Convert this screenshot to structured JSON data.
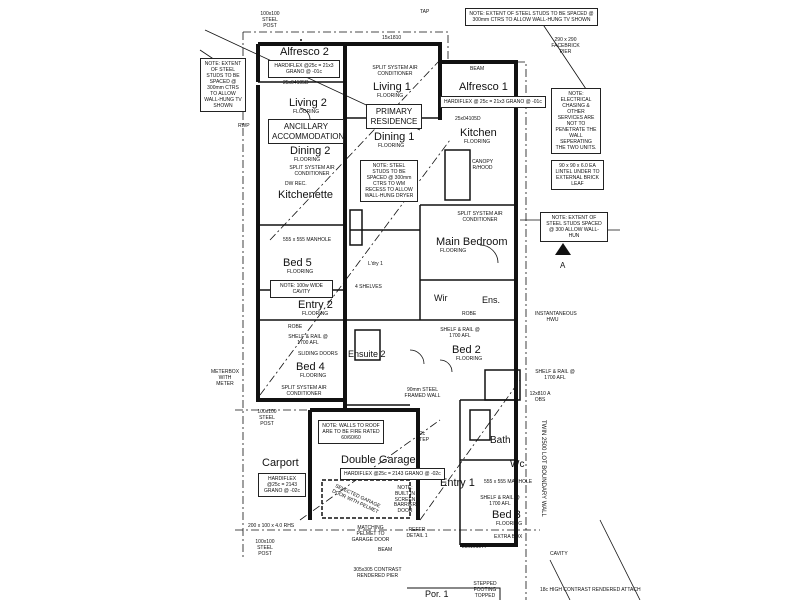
{
  "rooms": {
    "alfresco2": "Alfresco 2",
    "living2": "Living 2",
    "dining2": "Dining 2",
    "kitchenette": "Kitchenette",
    "bed5": "Bed 5",
    "entry2": "Entry 2",
    "bed4": "Bed 4",
    "living1": "Living 1",
    "dining1": "Dining 1",
    "kitchen": "Kitchen",
    "alfresco1": "Alfresco 1",
    "main_bedroom": "Main Bedroom",
    "wir": "Wir",
    "ens": "Ens.",
    "bed2": "Bed 2",
    "ensuite2": "Ensuite 2",
    "bath": "Bath",
    "wc": "Wc",
    "entry1": "Entry 1",
    "bed3": "Bed 3",
    "double_garage": "Double Garage",
    "carport": "Carport",
    "porch1": "Por. 1",
    "lndry": "L'dry 1"
  },
  "flooring": "FLOORING",
  "labels": {
    "ancillary": "ANCILLARY ACCOMMODATION",
    "primary": "PRIMARY RESIDENCE",
    "split_system": "SPLIT SYSTEM AIR CONDITIONER",
    "steel_post": "100x100 STEEL POST",
    "beam": "BEAM",
    "tap": "TAP",
    "rwp": "RWP",
    "lintel_top": "15x1810",
    "sd": "25x04105D",
    "sd2": "25x04105D",
    "facebrick": "290 x 290 FACEBRICK PIER",
    "hardiflex_alf2": "HARDIFLEX @25c = 21x3 GRANO @ -01c",
    "hardiflex_alf1": "HARDIFLEX @ 25c = 21x3 GRANO @ -01c",
    "hardiflex_garage": "HARDIFLEX @25c = 2143 GRANO @ -02c",
    "hardiflex_carport": "HARDIFLEX @25c = 2143 GRANO @ -02c",
    "manhole5": "555 x 555 MANHOLE",
    "manhole3": "555 x 555 MANHOLE",
    "cavity_note": "NOTE: 100w WIDE CAVITY",
    "shelf_rail_bed4": "SHELF & RAIL @ 1700 AFL",
    "shelf_rail_bed2": "SHELF & RAIL @ 1700 AFL",
    "shelf_rail_bed3": "SHELF & RAIL @ 1700 AFL",
    "shelf_rail_right": "SHELF & RAIL @ 1700 AFL",
    "sliding_doors": "SLIDING DOORS",
    "four_shelves": "4 SHELVES",
    "robe": "ROBE",
    "framed_wall": "90mm STEEL FRAMED WALL",
    "step": "2c STEP",
    "rhs": "200 x 100 x 4.0 RHS",
    "matching_pelmet": "MATCHING PELMET TO GARAGE DOOR",
    "refer_detail": "REFER DETAIL 1",
    "pier": "305x305 CONTRAST RENDERED PIER",
    "stepped_footing": "STEPPED FOOTING TOPPED",
    "contrast_attach": "18c HIGH CONTRAST RENDERED ATTACH",
    "cavity": "CAVITY",
    "extra_box": "EXTRA BOX",
    "garage_door": "SELECTED GARAGE DOOR WITH PELMET",
    "screen_door": "NOTE: BUILT IN SCREEN BARRIER DOOR",
    "canopy": "CANOPY R/HOOD",
    "dw": "DW REC.",
    "instantaneous": "INSTANTANEOUS HWU",
    "meter_box": "METERBOX WITH METER",
    "sd_right": "12x810 A OBS",
    "sd_bed3": "25x1010 A",
    "boundary": "TWIN 2500 LOT BOUNDARY WALL"
  },
  "notes": {
    "tv_studs": "NOTE: EXTENT OF STEEL STUDS TO BE SPACED @ 300mm CTRS TO ALLOW WALL-HUNG TV SHOWN",
    "electrical": "NOTE: ELECTRICAL CHASING & OTHER SERVICES ARE NOT TO PENETRATE THE WALL SEPERATING THE TWO UNITS.",
    "lintel": "90 x 90 x 6.0 EA LINTEL UNDER TO EXTERNAL BRICK LEAF",
    "wm_studs": "NOTE: STEEL STUDS TO BE SPACED @ 300mm CTRS TO WM RECESS TO ALLOW WALL-HUNG DRYER",
    "fire_rated": "NOTE: WALLS TO ROOF ARE TO BE FIRE RATED 60/60/60",
    "right_studs": "NOTE: EXTENT OF STEEL STUDS SPACED @ 300 ALLOW WALL-HUN",
    "left_studs": "NOTE: EXTENT OF STEEL STUDS TO BE SPACED @ 300mm CTRS TO ALLOW WALL-HUNG TV SHOWN",
    "section_marker": "A"
  }
}
